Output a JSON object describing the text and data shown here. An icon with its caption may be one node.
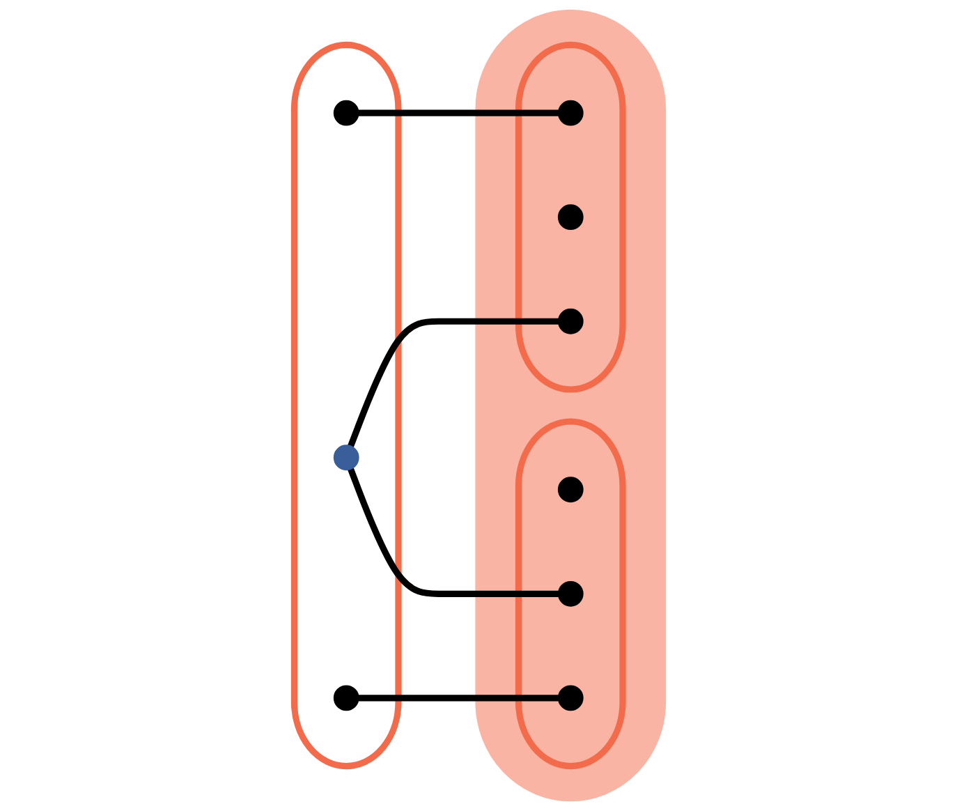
{
  "diagram": {
    "nodes": [
      {
        "text": [],
        "shape": "box"
      },
      {
        "text": [],
        "shape": "circle",
        "in": 0
      },
      {
        "text": [],
        "shape": "circle",
        "in": 0
      },
      {
        "text": [],
        "shape": "circle",
        "in": 0
      },
      {
        "text": [],
        "shape": "cloud"
      },
      {
        "text": [],
        "shape": "box",
        "in": 4
      },
      {
        "text": [],
        "shape": "circle",
        "in": 5
      },
      {
        "text": [],
        "shape": "circle",
        "in": 5
      },
      {
        "text": [],
        "shape": "circle",
        "in": 5
      },
      {
        "text": [],
        "shape": "box",
        "in": 4
      },
      {
        "text": [],
        "shape": "circle",
        "in": 9
      },
      {
        "text": [],
        "shape": "circle",
        "in": 9
      },
      {
        "text": [],
        "shape": "circle",
        "in": 9
      }
    ],
    "edges": [
      {
        "from": 1,
        "to": 6,
        "arrow": "none"
      },
      {
        "from": 2,
        "to": 8,
        "arrow": "none"
      },
      {
        "from": 2,
        "to": 11,
        "arrow": "none"
      },
      {
        "from": 3,
        "to": 12,
        "arrow": "none"
      }
    ]
  }
}
